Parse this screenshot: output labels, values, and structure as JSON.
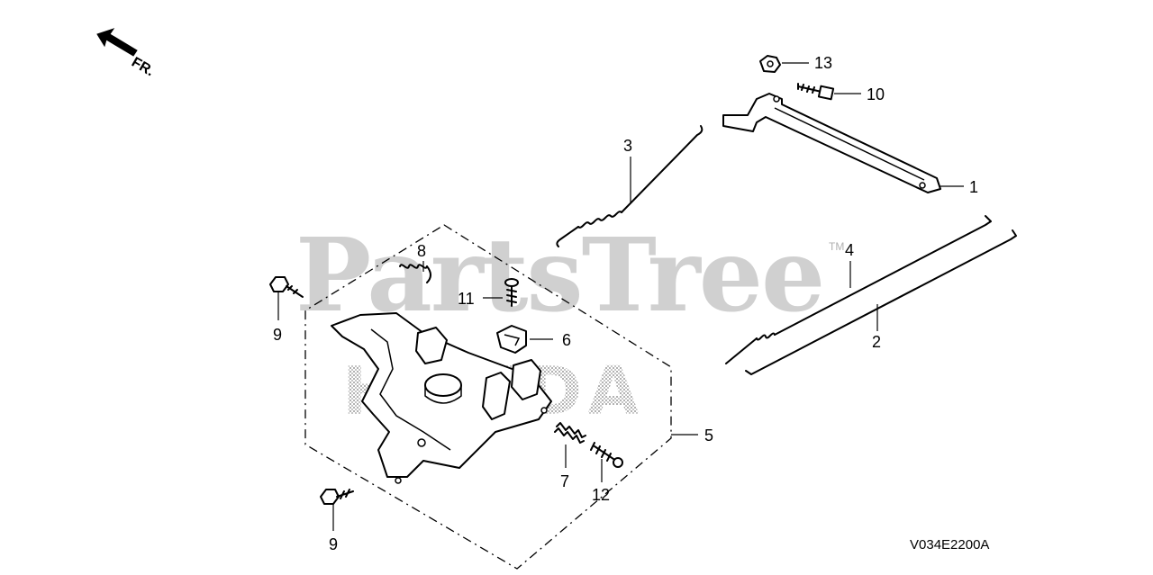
{
  "watermark": {
    "text": "PartsTree",
    "tm": "TM",
    "brand": "HONDA"
  },
  "direction": {
    "label": "FR."
  },
  "diagram_code": "V034E2200A",
  "callouts": {
    "p1": "1",
    "p2": "2",
    "p3": "3",
    "p4": "4",
    "p5": "5",
    "p6": "6",
    "p7": "7",
    "p8": "8",
    "p9a": "9",
    "p9b": "9",
    "p10": "10",
    "p11": "11",
    "p12": "12",
    "p13": "13"
  }
}
